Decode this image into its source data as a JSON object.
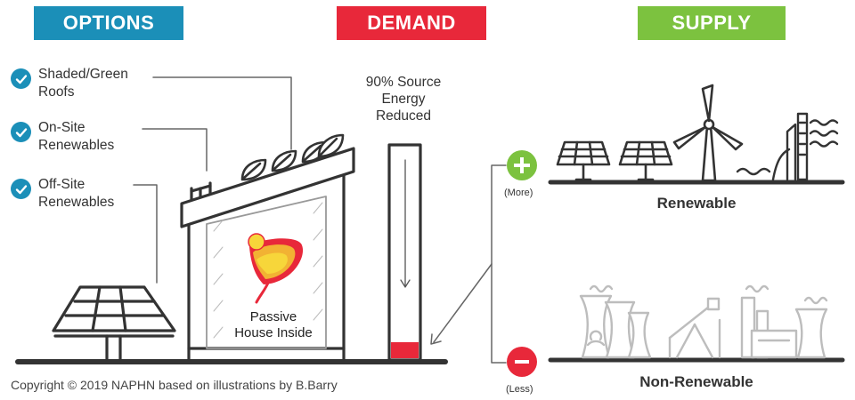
{
  "banners": {
    "options": {
      "label": "OPTIONS",
      "color": "#1b8fb8"
    },
    "demand": {
      "label": "DEMAND",
      "color": "#e8283a"
    },
    "supply": {
      "label": "SUPPLY",
      "color": "#7cc23f"
    }
  },
  "options": {
    "check_color": "#1b8fb8",
    "items": [
      {
        "line1": "Shaded/Green",
        "line2": "Roofs"
      },
      {
        "line1": "On-Site",
        "line2": "Renewables"
      },
      {
        "line1": "Off-Site",
        "line2": "Renewables"
      }
    ]
  },
  "passive_house": {
    "line1": "Passive",
    "line2": "House Inside"
  },
  "demand": {
    "line1": "90% Source",
    "line2": "Energy",
    "line3": "Reduced",
    "remaining_fraction": 0.1,
    "bar_color": "#e8283a"
  },
  "scale": {
    "more": "(More)",
    "less": "(Less)",
    "more_color": "#7cc23f",
    "less_color": "#e8283a"
  },
  "supply": {
    "renewable": "Renewable",
    "non_renewable": "Non-Renewable"
  },
  "copyright": "Copyright © 2019 NAPHN based on illustrations by B.Barry",
  "icons": [
    "check-icon",
    "solar-panel-icon",
    "leaf-icon",
    "wind-turbine-icon",
    "hydro-dam-icon",
    "cooling-tower-icon",
    "oil-pump-icon",
    "factory-icon",
    "passive-house-logo",
    "plus-icon",
    "minus-icon",
    "down-arrow-icon"
  ]
}
